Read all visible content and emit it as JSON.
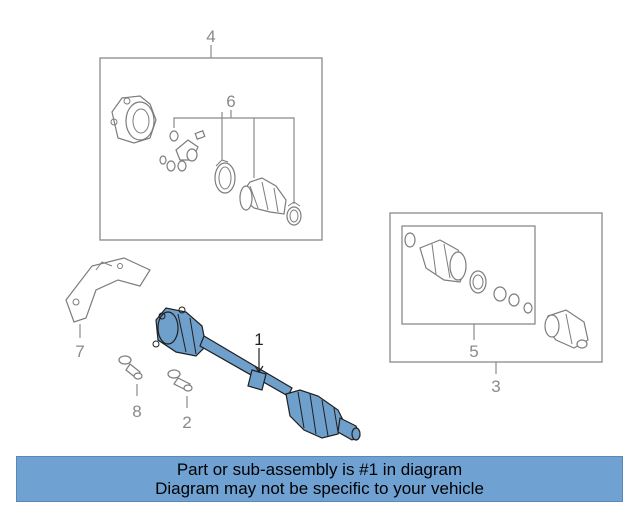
{
  "callouts": {
    "c1": "1",
    "c2": "2",
    "c3": "3",
    "c4": "4",
    "c5": "5",
    "c6": "6",
    "c7": "7",
    "c8": "8"
  },
  "highlight_color": "#6f9fcb",
  "banner": {
    "line1": "Part or sub-assembly is #1 in diagram",
    "line2": "Diagram may not be specific to your vehicle"
  }
}
